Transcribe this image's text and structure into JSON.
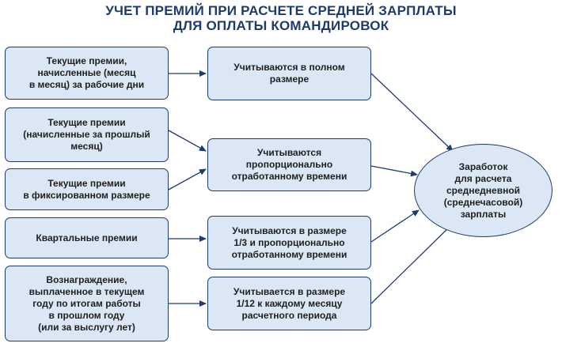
{
  "title": {
    "line1": "УЧЕТ ПРЕМИЙ ПРИ РАСЧЕТЕ СРЕДНЕЙ ЗАРПЛАТЫ",
    "line2": "ДЛЯ ОПЛАТЫ КОМАНДИРОВОК"
  },
  "sources": [
    {
      "label": "Текущие премии,\nначисленные (месяц\nв месяц) за рабочие дни"
    },
    {
      "label": "Текущие премии\n(начисленные за прошлый\nмесяц)"
    },
    {
      "label": "Текущие премии\nв фиксированном размере"
    },
    {
      "label": "Квартальные премии"
    },
    {
      "label": "Вознаграждение,\nвыплаченное в текущем\nгоду по итогам работы\nв прошлом году\n(или за выслугу лет)"
    }
  ],
  "rules": [
    {
      "label": "Учитываются в полном\nразмере"
    },
    {
      "label": "Учитываются\nпропорционально\nотработанному времени"
    },
    {
      "label": "Учитываются в размере\n1/3 и пропорционально\nотработанному времени"
    },
    {
      "label": "Учитывается в размере\n1/12 к каждому месяцу\nрасчетного периода"
    }
  ],
  "result": {
    "label": "Заработок\nдля расчета\nсреднедневной\n(среднечасовой)\nзарплаты"
  },
  "colors": {
    "stroke": "#1f3b6b",
    "fill": "#dbe7f4",
    "title": "#1f3b6b"
  }
}
